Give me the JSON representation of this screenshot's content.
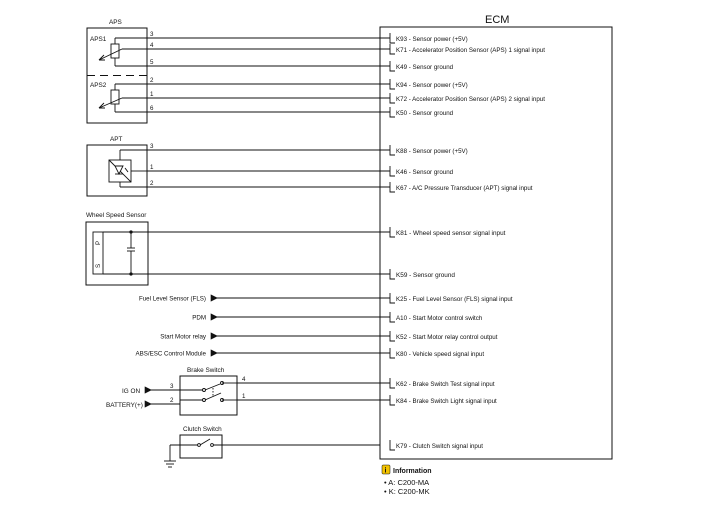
{
  "ecm": {
    "title": "ECM"
  },
  "components": {
    "aps": {
      "title": "APS",
      "aps1": "APS1",
      "aps2": "APS2"
    },
    "apt": {
      "title": "APT"
    },
    "wss": {
      "title": "Wheel Speed Sensor",
      "pin_p": "P",
      "pin_s": "S"
    },
    "brake_switch": {
      "title": "Brake Switch"
    },
    "clutch_switch": {
      "title": "Clutch Switch"
    }
  },
  "wires": [
    {
      "pin": "3",
      "label": "K93 - Sensor power (+5V)"
    },
    {
      "pin": "4",
      "label": "K71 - Accelerator Position Sensor (APS) 1 signal input"
    },
    {
      "pin": "5",
      "label": "K49 - Sensor ground"
    },
    {
      "pin": "2",
      "label": "K94 - Sensor power (+5V)"
    },
    {
      "pin": "1",
      "label": "K72 - Accelerator Position Sensor (APS) 2 signal input"
    },
    {
      "pin": "6",
      "label": "K50 - Sensor ground"
    },
    {
      "pin": "3",
      "label": "K88 - Sensor power (+5V)"
    },
    {
      "pin": "1",
      "label": "K46 - Sensor ground"
    },
    {
      "pin": "2",
      "label": "K67 - A/C Pressure Transducer (APT) signal input"
    },
    {
      "pin": "",
      "label": "K81 - Wheel speed sensor signal input"
    },
    {
      "pin": "",
      "label": "K59 - Sensor ground"
    }
  ],
  "outputs": [
    {
      "dest": "Fuel Level Sensor (FLS)",
      "label": "K25 - Fuel Level Sensor (FLS) signal input"
    },
    {
      "dest": "PDM",
      "label": "A10 - Start Motor control switch"
    },
    {
      "dest": "Start Motor relay",
      "label": "K52 - Start Motor relay control output"
    },
    {
      "dest": "ABS/ESC Control Module",
      "label": "K80 - Vehicle speed signal input"
    }
  ],
  "brake": {
    "pin_out_1": "4",
    "pin_out_2": "1",
    "pin_in_1": "3",
    "pin_in_2": "2",
    "in_1_label": "IG ON",
    "in_2_label": "BATTERY(+)",
    "out_1_label": "K62 - Brake Switch Test signal input",
    "out_2_label": "K84 - Brake Switch Light signal input"
  },
  "clutch": {
    "label": "K79 - Clutch Switch signal input"
  },
  "info": {
    "title": "Information",
    "items": [
      "A: C200-MA",
      "K: C200-MK"
    ]
  }
}
